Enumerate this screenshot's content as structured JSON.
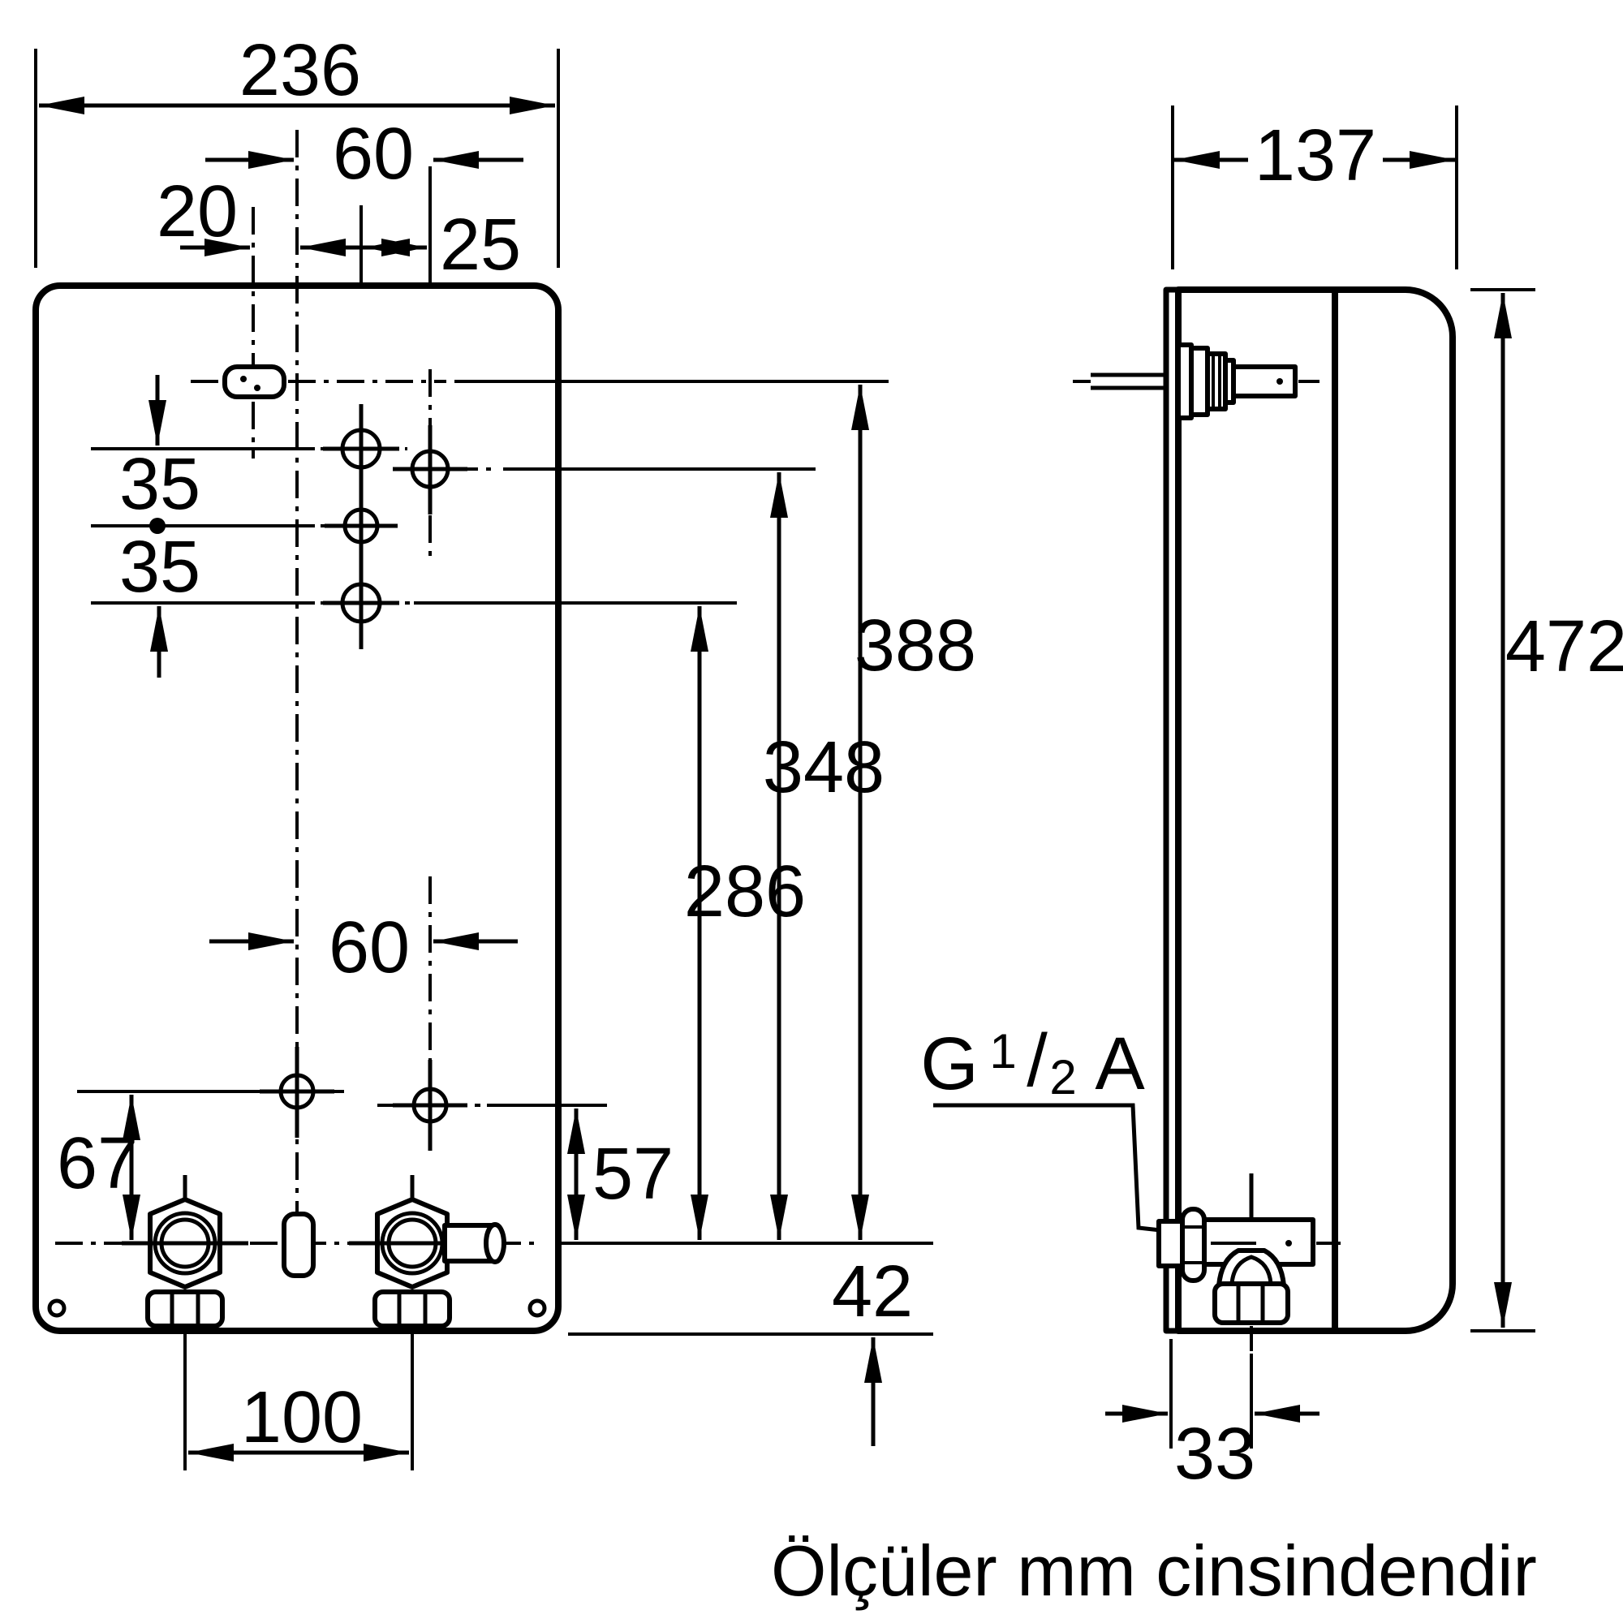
{
  "front_view": {
    "dims": {
      "width": "236",
      "center_to_right_hole": "60",
      "slot_offset": "20",
      "hole_col_gap": "25",
      "row_gap_1": "35",
      "row_gap_2": "35",
      "h_388": "388",
      "h_348": "348",
      "h_286": "286",
      "lower_center_to_right": "60",
      "left_height": "67",
      "right_height": "57",
      "bottom_offset": "42",
      "fitting_gap": "100"
    }
  },
  "side_view": {
    "dims": {
      "depth": "137",
      "height": "472",
      "bottom_fitting_offset": "33"
    },
    "thread_label": {
      "prefix": "G",
      "numerator": "1",
      "slash": "/",
      "denominator": "2",
      "suffix": "A"
    }
  },
  "footer": {
    "note": "Ölçüler mm cinsindendir"
  }
}
